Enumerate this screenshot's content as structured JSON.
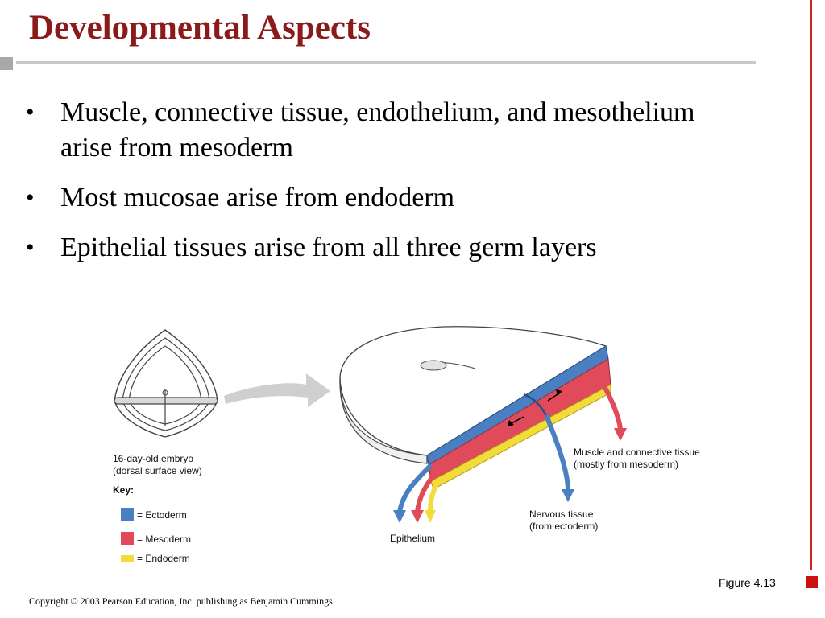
{
  "title": "Developmental Aspects",
  "bullets": [
    {
      "text": "Muscle, connective tissue, endothelium, and mesothelium arise from mesoderm"
    },
    {
      "text": "Most mucosae arise from endoderm"
    },
    {
      "text": "Epithelial tissues arise from all three germ layers"
    }
  ],
  "figure": {
    "embryo_caption_line1": "16-day-old embryo",
    "embryo_caption_line2": "(dorsal surface view)",
    "key_title": "Key:",
    "key_items": [
      {
        "label": "= Ectoderm",
        "color": "#4a7fc1"
      },
      {
        "label": "= Mesoderm",
        "color": "#e04a5a"
      },
      {
        "label": "= Endoderm",
        "color": "#f2dc3a"
      }
    ],
    "label_muscle_line1": "Muscle and connective tissue",
    "label_muscle_line2": "(mostly from mesoderm)",
    "label_nervous_line1": "Nervous tissue",
    "label_nervous_line2": "(from ectoderm)",
    "label_epithelium": "Epithelium"
  },
  "figure_number": "Figure 4.13",
  "copyright": "Copyright © 2003 Pearson Education, Inc. publishing as Benjamin Cummings",
  "colors": {
    "title": "#8b1a1a",
    "accent_line": "#cc2222",
    "ectoderm": "#4a7fc1",
    "mesoderm": "#e04a5a",
    "endoderm": "#f2dc3a"
  }
}
